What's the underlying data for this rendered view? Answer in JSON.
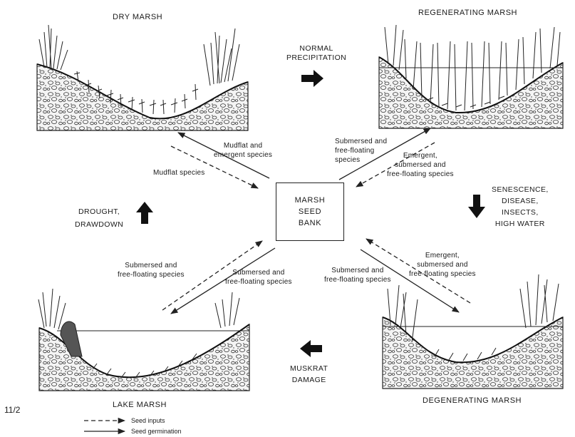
{
  "marshes": {
    "dry": "DRY MARSH",
    "regenerating": "REGENERATING MARSH",
    "degenerating": "DEGENERATING MARSH",
    "lake": "LAKE MARSH"
  },
  "center": {
    "line1": "MARSH",
    "line2": "SEED",
    "line3": "BANK"
  },
  "transitions": {
    "normal_precip": [
      "NORMAL",
      "PRECIPITATION"
    ],
    "senescence": [
      "SENESCENCE,",
      "DISEASE,",
      "INSECTS,",
      "HIGH WATER"
    ],
    "muskrat": [
      "MUSKRAT",
      "DAMAGE"
    ],
    "drought": [
      "DROUGHT,",
      "DRAWDOWN"
    ]
  },
  "flows": {
    "dry_germ": [
      "Mudflat and",
      "emergent species"
    ],
    "dry_input": "Mudflat species",
    "regen_germ": [
      "Submersed and",
      "free-floating",
      "species"
    ],
    "regen_input": [
      "Emergent,",
      "submersed and",
      "free-floating species"
    ],
    "lake_input": [
      "Submersed and",
      "free-floating species"
    ],
    "lake_germ": [
      "Submersed and",
      "free-floating species"
    ],
    "degen_germ": [
      "Submersed and",
      "free-floating species"
    ],
    "degen_input": [
      "Emergent,",
      "submersed and",
      "free-floating species"
    ]
  },
  "legend": {
    "inputs": "Seed inputs",
    "germination": "Seed germination"
  },
  "page_number": "11/2"
}
